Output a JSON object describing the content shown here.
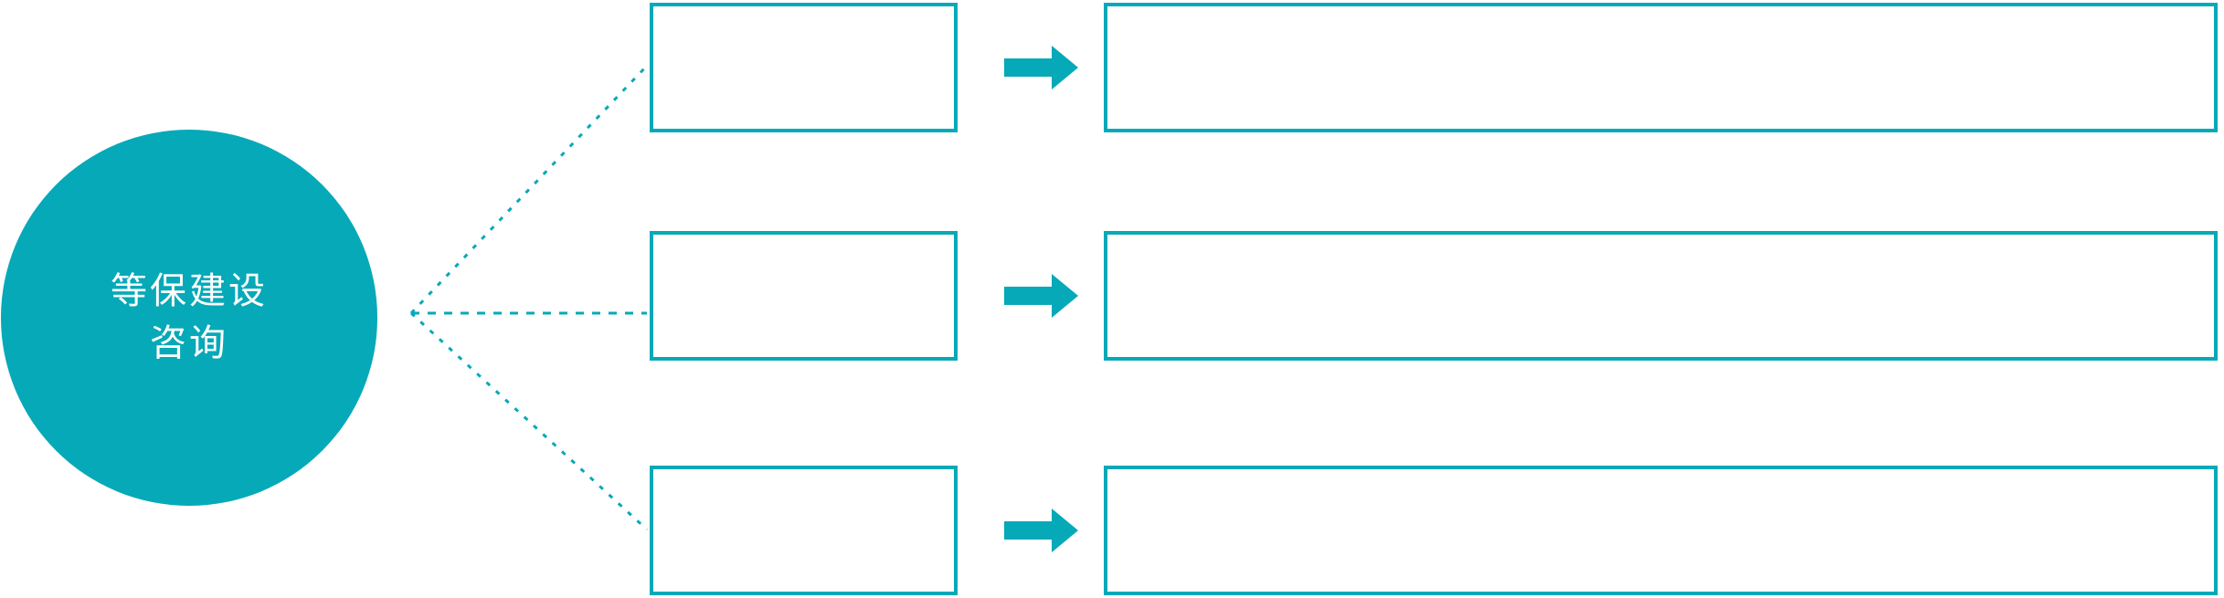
{
  "diagram": {
    "title": "等保建设咨询",
    "accent_color": "#06A9B8",
    "background_color": "#FFFFFF",
    "text_color_on_accent": "#FFFFFF",
    "hub": {
      "shape": "circle",
      "label_lines": [
        "等保建设",
        "咨询"
      ],
      "line_1": "等保建设",
      "line_2": "咨询"
    },
    "connector": {
      "style": "dotted",
      "color": "#06A9B8",
      "branch_count": 3
    },
    "arrow_icon_name": "right-arrow-icon",
    "rows": [
      {
        "index": 1,
        "stage_label": "",
        "detail_label": "",
        "arrow": "→"
      },
      {
        "index": 2,
        "stage_label": "",
        "detail_label": "",
        "arrow": "→"
      },
      {
        "index": 3,
        "stage_label": "",
        "detail_label": "",
        "arrow": "→"
      }
    ]
  }
}
